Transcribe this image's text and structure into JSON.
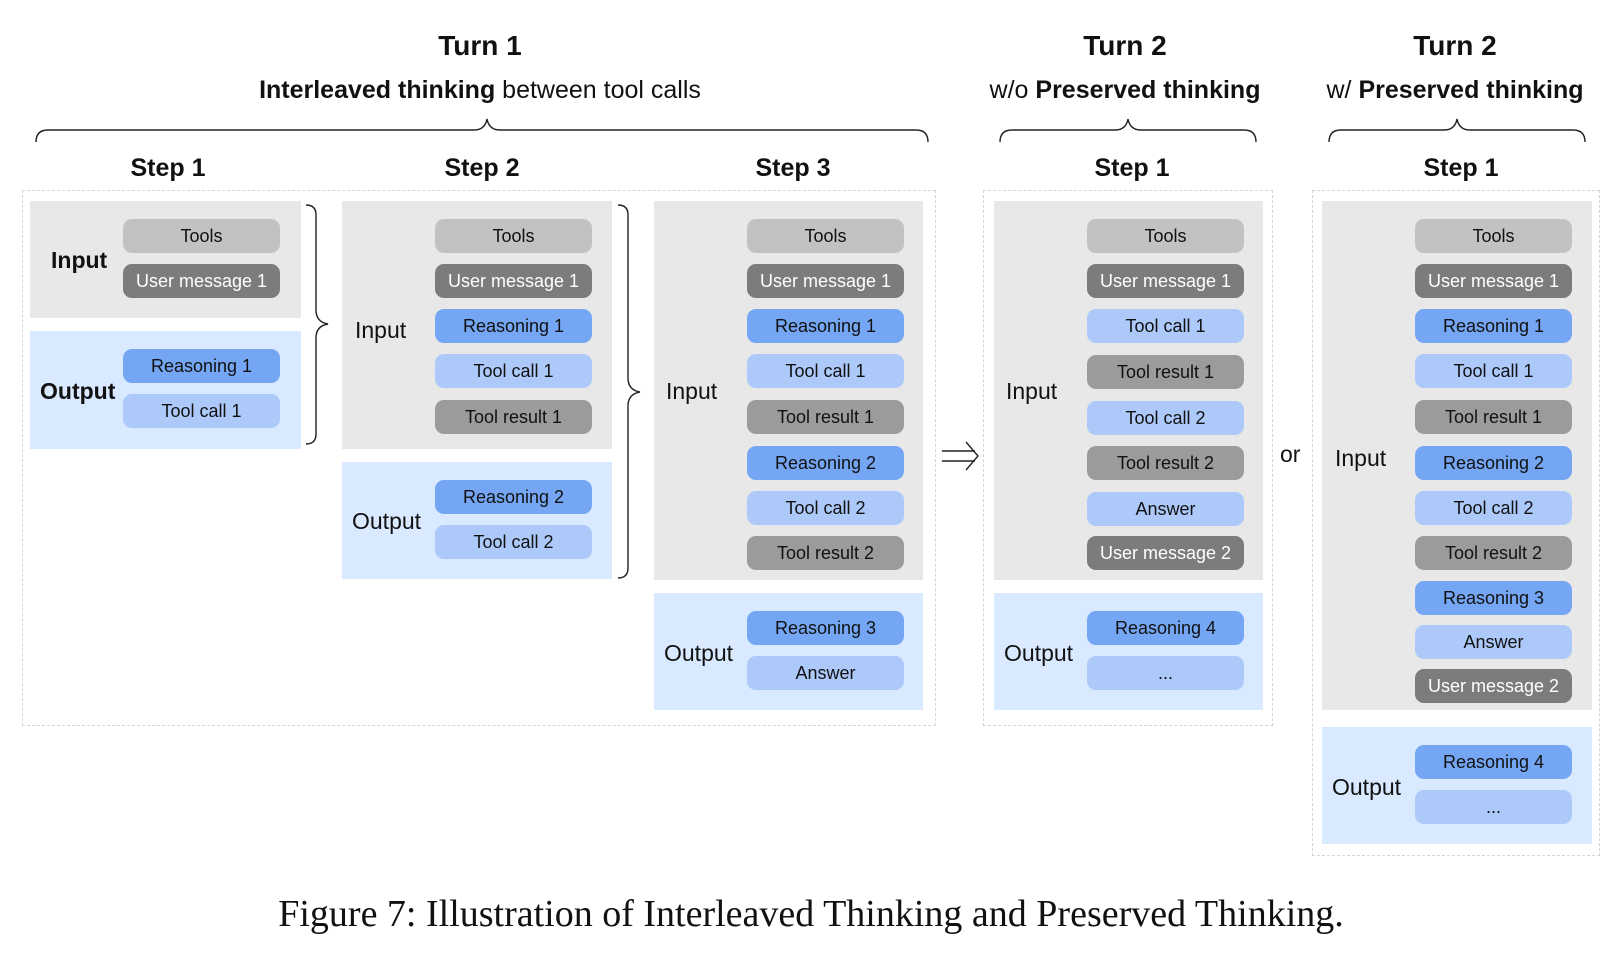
{
  "turn1": {
    "title": "Turn 1",
    "subtitle_bold": "Interleaved thinking",
    "subtitle_rest": " between tool calls",
    "steps": [
      {
        "label": "Step 1",
        "input_label": "Input",
        "input": [
          {
            "text": "Tools",
            "kind": "tools"
          },
          {
            "text": "User message 1",
            "kind": "user"
          }
        ],
        "output_label": "Output",
        "output": [
          {
            "text": "Reasoning 1",
            "kind": "reasoning"
          },
          {
            "text": "Tool call 1",
            "kind": "toolcall"
          }
        ]
      },
      {
        "label": "Step 2",
        "input_label": "Input",
        "input": [
          {
            "text": "Tools",
            "kind": "tools"
          },
          {
            "text": "User message 1",
            "kind": "user"
          },
          {
            "text": "Reasoning 1",
            "kind": "reasoning"
          },
          {
            "text": "Tool call 1",
            "kind": "toolcall"
          },
          {
            "text": "Tool result 1",
            "kind": "toolresult"
          }
        ],
        "output_label": "Output",
        "output": [
          {
            "text": "Reasoning 2",
            "kind": "reasoning"
          },
          {
            "text": "Tool call 2",
            "kind": "toolcall"
          }
        ]
      },
      {
        "label": "Step 3",
        "input_label": "Input",
        "input": [
          {
            "text": "Tools",
            "kind": "tools"
          },
          {
            "text": "User message 1",
            "kind": "user"
          },
          {
            "text": "Reasoning 1",
            "kind": "reasoning"
          },
          {
            "text": "Tool call 1",
            "kind": "toolcall"
          },
          {
            "text": "Tool result 1",
            "kind": "toolresult"
          },
          {
            "text": "Reasoning 2",
            "kind": "reasoning"
          },
          {
            "text": "Tool call 2",
            "kind": "toolcall"
          },
          {
            "text": "Tool result 2",
            "kind": "toolresult"
          }
        ],
        "output_label": "Output",
        "output": [
          {
            "text": "Reasoning 3",
            "kind": "reasoning"
          },
          {
            "text": "Answer",
            "kind": "answer"
          }
        ]
      }
    ]
  },
  "turn2_without": {
    "title": "Turn 2",
    "subtitle_prefix": "w/o ",
    "subtitle_bold": "Preserved thinking",
    "step": {
      "label": "Step 1",
      "input_label": "Input",
      "input": [
        {
          "text": "Tools",
          "kind": "tools"
        },
        {
          "text": "User message 1",
          "kind": "user"
        },
        {
          "text": "Tool call 1",
          "kind": "toolcall"
        },
        {
          "text": "Tool result 1",
          "kind": "toolresult"
        },
        {
          "text": "Tool call 2",
          "kind": "toolcall"
        },
        {
          "text": "Tool result 2",
          "kind": "toolresult"
        },
        {
          "text": "Answer",
          "kind": "answer"
        },
        {
          "text": "User message 2",
          "kind": "user"
        }
      ],
      "output_label": "Output",
      "output": [
        {
          "text": "Reasoning 4",
          "kind": "reasoning"
        },
        {
          "text": "...",
          "kind": "ellipsis"
        }
      ]
    }
  },
  "or_label": "or",
  "turn2_with": {
    "title": "Turn 2",
    "subtitle_prefix": "w/ ",
    "subtitle_bold": "Preserved thinking",
    "step": {
      "label": "Step 1",
      "input_label": "Input",
      "input": [
        {
          "text": "Tools",
          "kind": "tools"
        },
        {
          "text": "User message 1",
          "kind": "user"
        },
        {
          "text": "Reasoning 1",
          "kind": "reasoning"
        },
        {
          "text": "Tool call 1",
          "kind": "toolcall"
        },
        {
          "text": "Tool result 1",
          "kind": "toolresult"
        },
        {
          "text": "Reasoning 2",
          "kind": "reasoning"
        },
        {
          "text": "Tool call 2",
          "kind": "toolcall"
        },
        {
          "text": "Tool result 2",
          "kind": "toolresult"
        },
        {
          "text": "Reasoning 3",
          "kind": "reasoning"
        },
        {
          "text": "Answer",
          "kind": "answer"
        },
        {
          "text": "User message 2",
          "kind": "user"
        }
      ],
      "output_label": "Output",
      "output": [
        {
          "text": "Reasoning 4",
          "kind": "reasoning"
        },
        {
          "text": "...",
          "kind": "ellipsis"
        }
      ]
    }
  },
  "caption": "Figure 7: Illustration of Interleaved Thinking and Preserved Thinking.",
  "colors": {
    "tools": "#c2c2c2",
    "user": "#7c7c7c",
    "reasoning": "#74a6f4",
    "toolcall": "#acc9fa",
    "toolresult": "#9b9b9b",
    "input_bg": "#e8e8e8",
    "output_bg": "#d9e9ff"
  }
}
